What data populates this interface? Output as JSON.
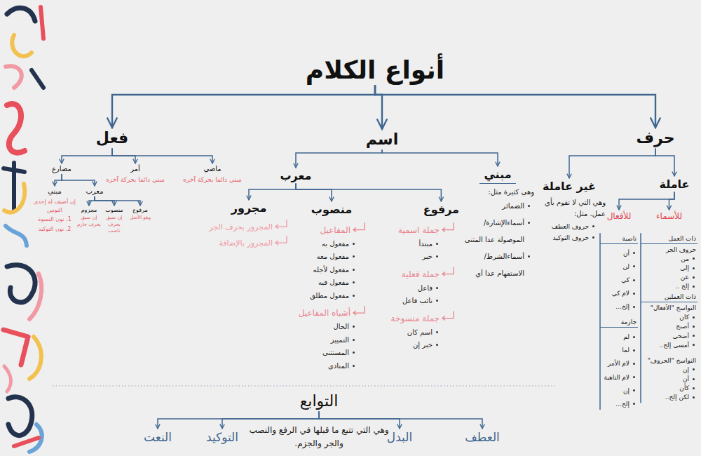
{
  "diagram": {
    "nodes": [
      {
        "text": [
          "أنواع الكلام"
        ]
      },
      {
        "text": [
          "حرف"
        ]
      },
      {
        "text": [
          "اسم"
        ]
      },
      {
        "text": [
          "فعل"
        ]
      },
      {
        "text": [
          "عاملة"
        ]
      },
      {
        "text": [
          "غير عاملة",
          "وهي التي لا تقوم بأي عمل. مثل:",
          "حروف العطف",
          "حروف التوكيد"
        ]
      },
      {
        "text": [
          "للأسماء",
          "ذات العمل",
          "حروف الجر",
          "من",
          "إلى",
          "عن",
          "إلخ ..",
          "ذات العملين",
          "النواسخ \"الأفعال\"",
          "كان",
          "أصبح",
          "أضحى",
          "أمسى إلخ..",
          "النواسخ \"الحروف\"",
          "إن",
          "أن",
          "كأن",
          "لكن إلخ.."
        ]
      },
      {
        "text": [
          "للأفعال",
          "ناصبة",
          "أن",
          "لن",
          "كي",
          "لام كي",
          "إلخ...",
          "جازمة",
          "لم",
          "لما",
          "لام الأمر",
          "لام الناهية",
          "إن",
          "إلخ..."
        ]
      },
      {
        "text": [
          "مبني",
          "وهي كثيرة مثل:",
          "الضمائر",
          "أسماءالإشارة/ الموصولة عدا المثنى",
          "أسماءالشرط/ الاستفهام عدا أي"
        ]
      },
      {
        "text": [
          "معرب"
        ]
      },
      {
        "text": [
          "مرفوع",
          "جملة اسمية",
          "مبتدأ",
          "خبر",
          "جملة فعلية",
          "فاعل",
          "نائب فاعل",
          "جملة منسوخة",
          "اسم كان",
          "خبر إن"
        ]
      },
      {
        "text": [
          "منصوب",
          "المفاعيل",
          "مفعول به",
          "مفعول معه",
          "مفعول لأجله",
          "مفعول فيه",
          "مفعول مطلق",
          "أشباه المفاعيل",
          "الحال",
          "التمييز",
          "المستثنى",
          "المنادى"
        ]
      },
      {
        "text": [
          "مجرور",
          "المجرور بحرف الجر",
          "المجرور بالإضافة"
        ]
      },
      {
        "text": [
          "ماضي",
          "مبني دائما بحركة آخره"
        ]
      },
      {
        "text": [
          "أمر",
          "مبني دائما بحركة آخره"
        ]
      },
      {
        "text": [
          "مضارع"
        ]
      },
      {
        "text": [
          "مبني",
          "إن أضيف له إحدى النونين",
          "1. نون النسوة",
          "2. نون التوكيد"
        ]
      },
      {
        "text": [
          "معرب"
        ]
      },
      {
        "text": [
          "مجزوم",
          "إن سبق بحرف جازم"
        ]
      },
      {
        "text": [
          "منصوب",
          "إن سبق بحرف ناصب"
        ]
      },
      {
        "text": [
          "مرفوع",
          "وهو الأصل"
        ]
      },
      {
        "text": [
          "التوابع"
        ]
      },
      {
        "text": [
          "النعت"
        ]
      },
      {
        "text": [
          "التوكيد"
        ]
      },
      {
        "text": [
          "البدل"
        ]
      },
      {
        "text": [
          "العطف"
        ]
      }
    ],
    "edges": [
      {
        "from": 0,
        "to": 1,
        "arrow": "to"
      },
      {
        "from": 0,
        "to": 2,
        "arrow": "to"
      },
      {
        "from": 0,
        "to": 3,
        "arrow": "to"
      },
      {
        "from": 1,
        "to": 4,
        "arrow": "to"
      },
      {
        "from": 1,
        "to": 5,
        "arrow": "to"
      },
      {
        "from": 4,
        "to": 6,
        "arrow": "to"
      },
      {
        "from": 4,
        "to": 7,
        "arrow": "to"
      },
      {
        "from": 2,
        "to": 8,
        "arrow": "to"
      },
      {
        "from": 2,
        "to": 9,
        "arrow": "to"
      },
      {
        "from": 9,
        "to": 10,
        "arrow": "to"
      },
      {
        "from": 9,
        "to": 11,
        "arrow": "to"
      },
      {
        "from": 9,
        "to": 12,
        "arrow": "to"
      },
      {
        "from": 3,
        "to": 13,
        "arrow": "to"
      },
      {
        "from": 3,
        "to": 14,
        "arrow": "to"
      },
      {
        "from": 3,
        "to": 15,
        "arrow": "to"
      },
      {
        "from": 15,
        "to": 16,
        "arrow": "to"
      },
      {
        "from": 15,
        "to": 17,
        "arrow": "to"
      },
      {
        "from": 17,
        "to": 18,
        "arrow": "to"
      },
      {
        "from": 17,
        "to": 19,
        "arrow": "to"
      },
      {
        "from": 17,
        "to": 20,
        "arrow": "to"
      },
      {
        "from": 21,
        "to": 22,
        "arrow": "to"
      },
      {
        "from": 21,
        "to": 23,
        "arrow": "to"
      },
      {
        "from": 21,
        "to": 24,
        "arrow": "to"
      },
      {
        "from": 21,
        "to": 25,
        "arrow": "to"
      }
    ],
    "labels": [
      "وهي التي تتبع ما قبلها في الرفع والنصب والجر والجزم."
    ]
  }
}
